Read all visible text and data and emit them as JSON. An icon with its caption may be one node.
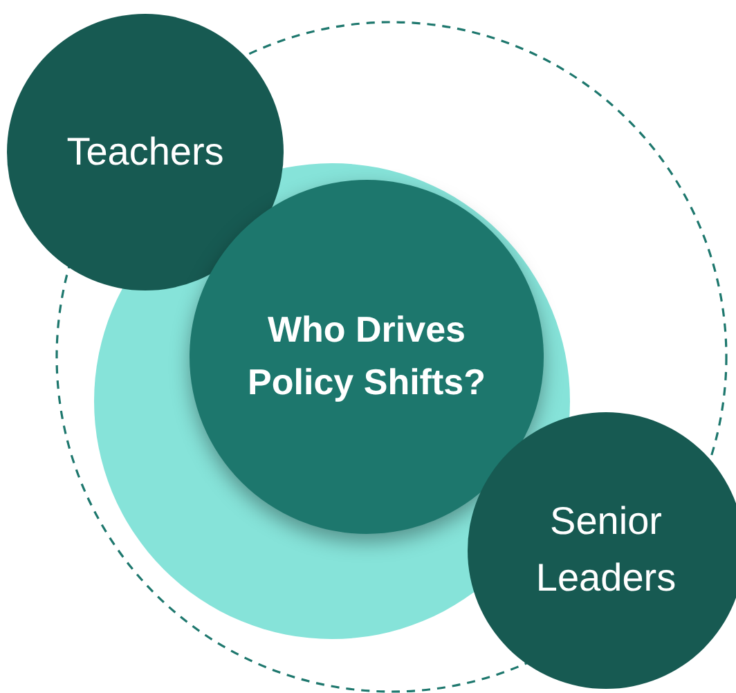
{
  "diagram": {
    "nodes": [
      {
        "text": [
          "Teachers"
        ]
      },
      {
        "text": [
          "Who Drives Policy Shifts?"
        ]
      },
      {
        "text": [
          "Senior Leaders"
        ]
      }
    ],
    "edges": []
  }
}
